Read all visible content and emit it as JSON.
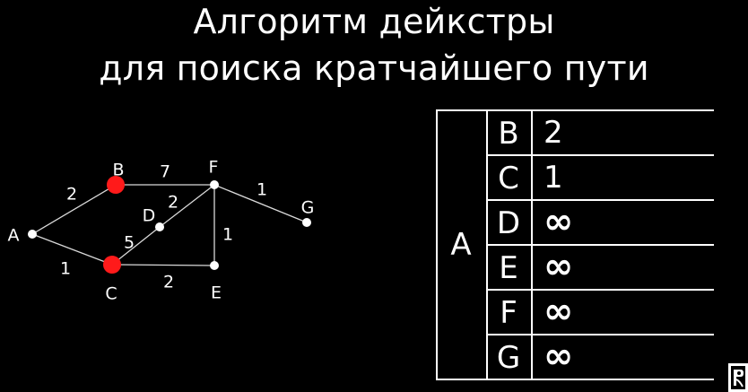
{
  "title": {
    "line1": "Алгоритм дейкстры",
    "line2": "для поиска кратчайшего пути"
  },
  "graph": {
    "nodes": [
      {
        "id": "A",
        "label": "A",
        "visited": false
      },
      {
        "id": "B",
        "label": "B",
        "visited": true
      },
      {
        "id": "C",
        "label": "C",
        "visited": true
      },
      {
        "id": "D",
        "label": "D",
        "visited": false
      },
      {
        "id": "E",
        "label": "E",
        "visited": false
      },
      {
        "id": "F",
        "label": "F",
        "visited": false
      },
      {
        "id": "G",
        "label": "G",
        "visited": false
      }
    ],
    "edges": [
      {
        "from": "A",
        "to": "B",
        "weight": "2"
      },
      {
        "from": "A",
        "to": "C",
        "weight": "1"
      },
      {
        "from": "B",
        "to": "F",
        "weight": "7"
      },
      {
        "from": "C",
        "to": "D",
        "weight": "5"
      },
      {
        "from": "D",
        "to": "F",
        "weight": "2"
      },
      {
        "from": "C",
        "to": "E",
        "weight": "2"
      },
      {
        "from": "F",
        "to": "E",
        "weight": "1"
      },
      {
        "from": "F",
        "to": "G",
        "weight": "1"
      }
    ],
    "colors": {
      "visited_node": "#ff1a1a",
      "node": "#ffffff",
      "edge": "#d9d9d9"
    }
  },
  "table": {
    "source": "A",
    "rows": [
      {
        "node": "B",
        "distance": "2"
      },
      {
        "node": "C",
        "distance": "1"
      },
      {
        "node": "D",
        "distance": "∞"
      },
      {
        "node": "E",
        "distance": "∞"
      },
      {
        "node": "F",
        "distance": "∞"
      },
      {
        "node": "G",
        "distance": "∞"
      }
    ]
  },
  "logo": {
    "icon": "channel-logo-icon"
  }
}
